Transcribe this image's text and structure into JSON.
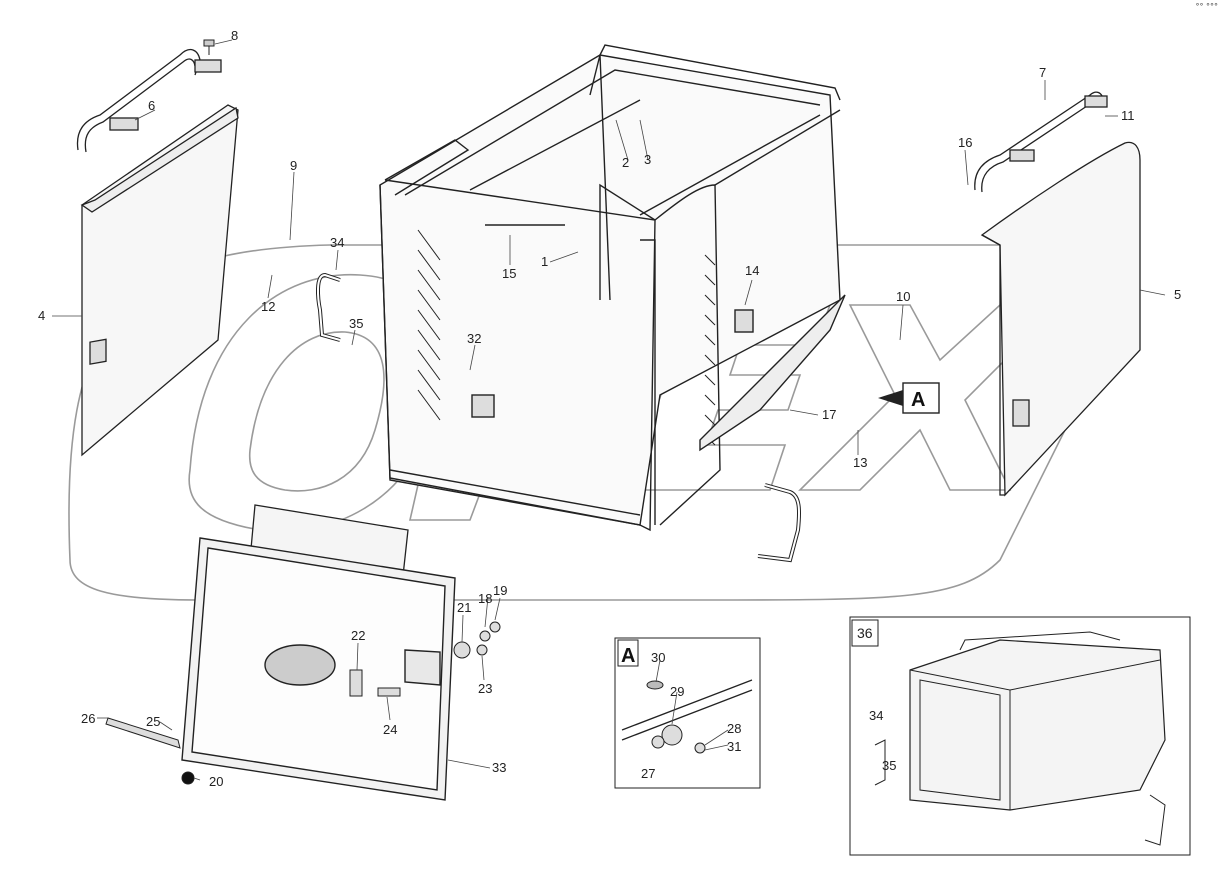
{
  "corner_mark": "°° °°°",
  "watermark": {
    "text": "OPEX",
    "color": "#9a9a9a"
  },
  "callouts": [
    "1",
    "2",
    "3",
    "4",
    "5",
    "6",
    "7",
    "8",
    "9",
    "10",
    "11",
    "12",
    "13",
    "14",
    "15",
    "16",
    "17",
    "18",
    "19",
    "20",
    "21",
    "22",
    "23",
    "24",
    "25",
    "26",
    "27",
    "28",
    "29",
    "30",
    "31",
    "32",
    "33",
    "34",
    "35"
  ],
  "view_a": {
    "marker": "A",
    "inset_label": "A"
  },
  "inset_36": {
    "label": "36",
    "callouts": [
      "34",
      "35"
    ]
  }
}
